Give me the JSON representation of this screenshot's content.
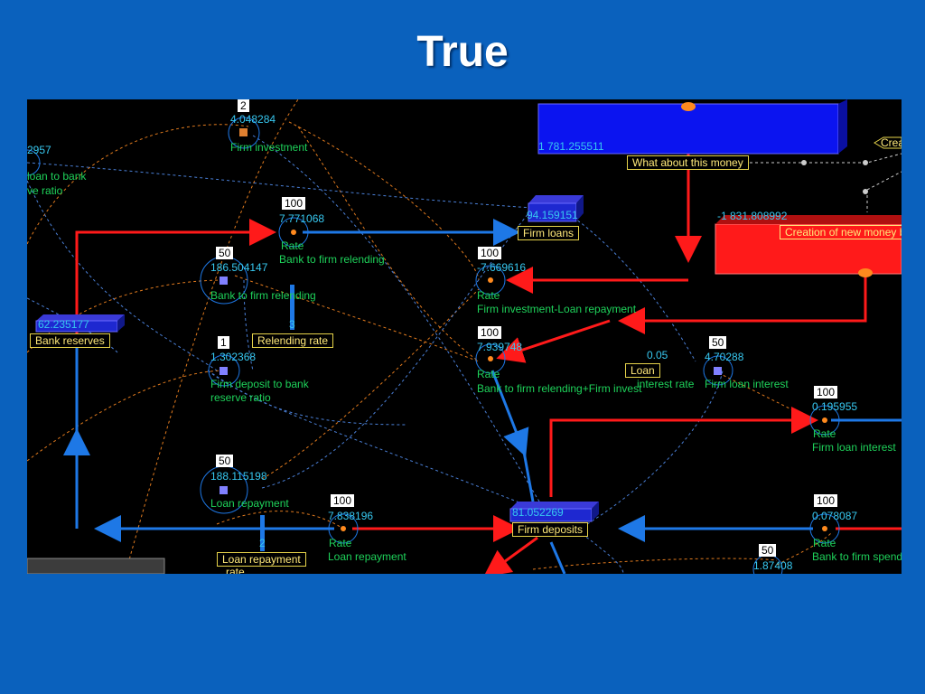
{
  "slide": {
    "title": "True"
  },
  "diagram": {
    "stocks": {
      "bank_reserves": {
        "value": "62.235177",
        "label": "Bank reserves"
      },
      "firm_loans": {
        "value": "94.159151",
        "label": "Firm loans"
      },
      "firm_deposits": {
        "value": "81.052269",
        "label": "Firm deposits"
      },
      "blue_reservoir": {
        "value": "1 781.255511",
        "label": "What about this money"
      },
      "red_reservoir": {
        "value": "-1 831.808992",
        "label": "Creation of new money b"
      },
      "left_partial": {
        "value": "2957"
      }
    },
    "flows": {
      "bank_to_firm_relending": {
        "setting": "100",
        "value": "7.771068",
        "rate_label": "Rate",
        "label": "Bank to firm relending"
      },
      "firm_investment_loan_repayment": {
        "setting": "100",
        "value": "-7.669616",
        "rate_label": "Rate",
        "label": "Firm investment-Loan repayment"
      },
      "bank_to_firm_relending_invest": {
        "setting": "100",
        "value": "7.939748",
        "rate_label": "Rate",
        "label": "Bank to firm relending+Firm invest"
      },
      "firm_loan_interest_rate": {
        "setting": "100",
        "value": "0.195955",
        "rate_label": "Rate",
        "label": "Firm loan interest"
      },
      "loan_repayment_rate": {
        "setting": "100",
        "value": "7.838196",
        "rate_label": "Rate",
        "label": "Loan repayment"
      },
      "bank_to_firm_spending": {
        "setting": "100",
        "value": "0.078087",
        "rate_label": "Rate",
        "label": "Bank to firm spendi"
      }
    },
    "converters": {
      "firm_investment": {
        "setting": "2",
        "value": "4.048284",
        "label": "Firm investment"
      },
      "bank_to_firm_relending_c": {
        "setting": "50",
        "value": "186.504147",
        "label": "Bank to firm relending"
      },
      "firm_deposit_ratio": {
        "setting": "1",
        "value": "1.302368",
        "label_line1": "Firm deposit to bank",
        "label_line2": "reserve ratio"
      },
      "loan_repayment_c": {
        "setting": "50",
        "value": "188.115198",
        "label": "Loan repayment"
      },
      "firm_loan_interest_c": {
        "setting": "50",
        "value": "4.70288",
        "label": "Firm loan interest"
      },
      "bottom_partial": {
        "setting": "50",
        "value": "1.87408"
      },
      "left_ratio": {
        "label_line1": "loan to bank",
        "label_line2": "ve ratio"
      }
    },
    "controls": {
      "relending_rate": {
        "label": "Relending rate",
        "value": "3"
      },
      "loan_repayment_rate": {
        "label": "Loan repayment",
        "label_line2": "rate",
        "value": "2"
      },
      "loan_interest_rate": {
        "label": "Loan",
        "label_line2": "interest rate",
        "value": "0.05"
      },
      "create_button": {
        "label": "Crea"
      }
    },
    "colors": {
      "flow_red": "#ff1a1a",
      "flow_blue": "#1e78e6",
      "label_cyan": "#37c8f0",
      "label_green": "#1ed25a",
      "box_yellow": "#e6d34a",
      "background": "#0a61bd",
      "canvas": "#000000"
    }
  }
}
